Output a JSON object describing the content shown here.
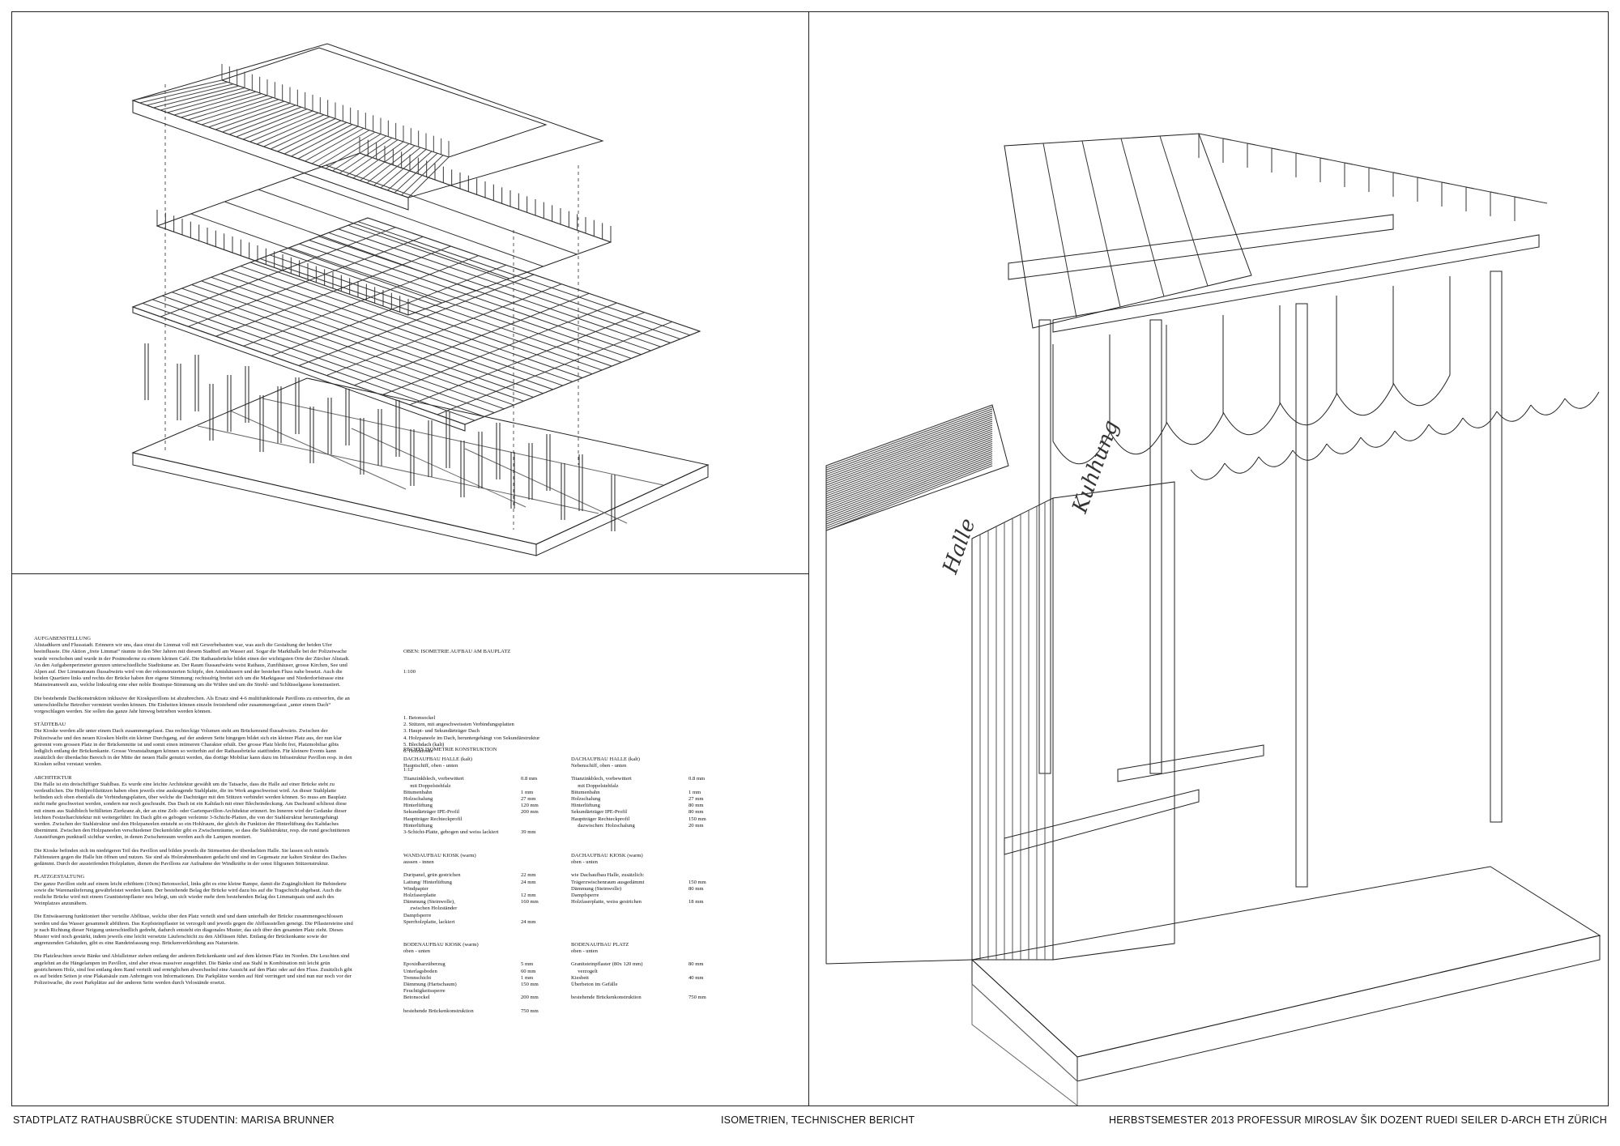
{
  "report": {
    "paragraphs": [
      {
        "head": "AUFGABENSTELLUNG",
        "text": "Altstadtkern und Flussstadt. Erinnern wir uns, dass einst die Limmat voll mit Gewerbebauten war, was auch die Gestaltung der beiden Ufer beeinflusste. Die Aktion „freie Limmat“ räumte in den 50er Jahren mit diesem Stadtteil am Wasser auf. Sogar die Markthalle bei der Polizeiwache wurde verschoben und wurde in der Postmoderne zu einem kleinen Café. Die Rathausbrücke bildet einen der wichtigsten Orte der Zürcher Altstadt. An den Aufgabenperimeter grenzen unterschiedliche Stadträume an. Der Raum flussaufwärts weist Rathaus, Zunfthäuser, grosse Kirchen, See und Alpen auf. Der Limmatraum flussabwärts wird von der rekonstruierten Schipfe, den Amtshäusern und der bestehen Fluss nahe besetzt. Auch die beiden Quartiere links und rechts der Brücke haben ihre eigene Stimmung: rechtsufrig breitet sich um die Marktgasse und Niederdorfstrasse eine Mainstreamwelt aus, welche linksufrig eine eher noble Boutique-Stimmung um die Wühre und um die Strehl- und Schlüsselgasse konstrastiert."
      },
      {
        "head": "",
        "text": "Die bestehende Dachkonstruktion inklusive der Kioskpavillons ist abzubrechen. Als Ersatz sind 4-6 multifunktionale Pavillons zu entwerfen, die an unterschiedliche Betreiber vermietet werden können. Die Einheiten können einzeln freistehend oder zusammengefasst „unter einem Dach“ vorgeschlagen werden. Sie sollen das ganze Jahr hinweg betrieben werden können."
      },
      {
        "head": "STÄDTEBAU",
        "text": "Die Kioske werden alle unter einem Dach zusammengefasst. Das rechteckige Volumen steht am Brückenrand flussabwärts. Zwischen der Polizeiwache und den neuen Kiosken bleibt ein kleiner Durchgang, auf der anderen Seite hingegen bildet sich ein kleiner Platz aus, der nun klar getrennt vom grossen Platz in der Brückenmitte ist und somit einen intimeren Charakter erhält. Der grosse Platz bleibt frei, Platzmobiliar gibts lediglich entlang der Brückenkante. Grosse Veranstaltungen können so weiterhin auf der Rathausbrücke stattfinden. Für kleinere Events kann zusätzlich der überdachte Bereich in der Mitte der neuen Halle genutzt werden, das dortige Mobiliar kann dazu im Infrastruktur Pavillon resp. in den Kiosken selbst verstaut werden."
      },
      {
        "head": "ARCHITEKTUR",
        "text": "Die Halle ist ein dreischiffiger Stahlbau. Es wurde eine leichte Architektur gewählt um die Tatsache, dass die Halle auf einer Brücke steht zu verdeutlichen. Die Hohlprofilstützen haben oben jeweils eine auskragende Stahlplatte, die im Werk angeschweisst wird. An dieser Stahlplatte befinden sich oben ebenfalls die Verbindungsplatten, über welche die Dachträger mit den Stützen verbindet werden können. So muss am Bauplatz nicht mehr geschweisst werden, sondern nur noch geschraubt. Das Dach ist ein Kaltdach mit einer Blecheindeckung. Am Dachrand schliesst diese mit einem aus Stahlblech befüllteten Zierkranz ab, der an eine Zelt- oder Gartenpavillon-Architektur erinnert. Im Inneren wird der Gedanke dieser leichten Festzeltarchitektur mit weitergeführt: Im Dach gibt es gebogen verleimte 3-Schicht-Platten, die von der Stahlstruktur heruntergehängt werden. Zwischen der Stahlstruktur und den Holzpaneelen entsteht so ein Hohlraum, der gleich die Funktion der Hinterlüftung des Kaltdaches übernimmt. Zwischen den Holzpaneelen verschiedener Deckenfelder gibt es Zwischenräume, so dass die Stahlstruktur, resp. die rund geschnittenen Aussteifungen punktuell sichtbar werden, in denen Zwischenraum werden auch die Lampen montiert."
      },
      {
        "head": "",
        "text": "Die Kioske befinden sich im niedrigeren Teil des Pavillon und bilden jeweils die Stirnseiten der überdachten Halle. Sie lassen sich mittels Faltfenstern gegen die Halle hin öffnen und nutzen. Sie sind als Holzrahmenbauten gedacht und sind im Gegensatz zur kalten Struktur des Daches gedämmt. Durch der aussteifenden Holzplatten, dienen die Pavillons zur Aufnahme der Windkräfte in der sonst filigranen Stützenstruktur."
      },
      {
        "head": "PLATZGESTALTUNG",
        "text": "Der ganze Pavillon steht auf einem leicht erhöhtem (10cm) Betonsockel, links gibt es eine kleine Rampe, damit die Zugänglichkeit für Behinderte sowie die Warenanlieferung gewährleistet werden kann. Der bestehende Belag der Brücke wird dazu bis auf die Tragschicht abgebaut. Auch die restliche Brücke wird mit einem Granitsteinpflaster neu belegt, um sich wieder mehr dem bestehenden Belag des Limmatquais und auch des Weinplatzes anzunähern."
      },
      {
        "head": "",
        "text": "Die Entwässerung funktioniert über verteilte Abflüsse, welche über den Platz verteilt sind und dann unterhalb der Brücke zusammengeschlossen werden und das Wasser gesammelt abführen. Das Kopfsteinpflaster ist verzogelt und jeweils gegen die Abflussstellen geneigt. Die Pflastersteine sind je nach Richtung dieser Neigung unterschiedlich gedreht, dadurch entsteht ein diagonales Muster, das sich über den gesamten Platz zieht. Dieses Muster wird noch gestärkt, indem jeweils eine leicht versetzte Läuferschicht zu den Abflüssen führt. Entlang der Brückenkante sowie der angrenzenden Gebäuden, gibt es eine Randeinfassung resp. Brückenverkleidung aus Naturstein."
      },
      {
        "head": "",
        "text": "Die Platzleuchten sowie Bänke und Abfalleimer stehen entlang der anderen Brückenkante und auf dem kleinen Platz im Norden. Die Leuchten sind angelehnt an die Hängelampen im Pavillon, sind aber etwas massiver ausgeführt. Die Bänke sind aus Stahl in Kombination mit leicht grün gestrichenem Holz, sind fest entlang dem Rand verteilt und ermöglichen abwechselnd eine Aussicht auf den Platz oder auf den Fluss. Zusätzlich gibt es auf beiden Seiten je eine Plakatsäule zum Anbringen von Informationen. Die Parkplätze werden auf fünf verringert und sind nun nur noch vor der Polizeiwache, die zwei Parkplätze auf der anderen Seite werden durch Velostände ersetzt."
      }
    ]
  },
  "iso_legend": {
    "title": "OBEN: ISOMETRIE AUFBAU AM BAUPLATZ",
    "scale": "1:100",
    "items": [
      "1. Betonsockel",
      "2. Stützen, mit angeschweissten Verbindungsplatten",
      "3. Haupt- und Sekundärträger Dach",
      "4. Holzpaneele im Dach, heruntergehängt von Sekundärstruktur",
      "5. Blechdach (kalt)",
      "6. Holzkioske"
    ]
  },
  "construction": {
    "title": "RECHTS ISOMETRIE KONSTRUKTION",
    "scale": "1:12",
    "blocks": [
      {
        "title": "DACHAUFBAU HALLE (kalt)",
        "subtitle": "Hauptschiff, oben - unten",
        "rows": [
          [
            "Titanzinkblech, vorbewittert",
            "0.8 mm"
          ],
          [
            "     mit Doppelstehfalz",
            ""
          ],
          [
            "Bitumenbahn",
            "1 mm"
          ],
          [
            "Holzschalung",
            "27 mm"
          ],
          [
            "Hinterlüftung",
            "120 mm"
          ],
          [
            "Sekundärträger IPE-Profil",
            "200 mm"
          ],
          [
            "Hauptträger Rechteckprofil",
            ""
          ],
          [
            "Hinterlüftung",
            ""
          ],
          [
            "3-Schicht-Platte, gebogen und weiss lackiert",
            "39 mm"
          ]
        ]
      },
      {
        "title": "DACHAUFBAU HALLE (kalt)",
        "subtitle": "Nebenschiff, oben - unten",
        "rows": [
          [
            "Titanzinkblech, vorbewittert",
            "0.8 mm"
          ],
          [
            "     mit Doppelstehfalz",
            ""
          ],
          [
            "Bitumenbahn",
            "1 mm"
          ],
          [
            "Holzschalung",
            "27 mm"
          ],
          [
            "Hinterlüftung",
            "80 mm"
          ],
          [
            "Sekundärträger IPE-Profil",
            "80 mm"
          ],
          [
            "Hauptträger Rechteckprofil",
            "150 mm"
          ],
          [
            "     dazwischen: Holzschalung",
            "20 mm"
          ]
        ]
      },
      {
        "title": "WANDAUFBAU KIOSK (warm)",
        "subtitle": "aussen - innen",
        "rows": [
          [
            "Duripanel, grün gestrichen",
            "22 mm"
          ],
          [
            "Lattung/ Hinterlüftung",
            "24 mm"
          ],
          [
            "Windpapier",
            ""
          ],
          [
            "Holzfaserplatte",
            "12 mm"
          ],
          [
            "Dämmung (Steinwolle),",
            "160 mm"
          ],
          [
            "     zwischen Holzständer",
            ""
          ],
          [
            "Dampfsperre",
            ""
          ],
          [
            "Sperrholzplatte, lackiert",
            "24 mm"
          ]
        ]
      },
      {
        "title": "DACHAUFBAU KIOSK (warm)",
        "subtitle": "oben - unten",
        "rows": [
          [
            "wie Dachaufbau Halle, zusätzlich:",
            ""
          ],
          [
            "Trägerzwischenraum ausgedämmt",
            "150 mm"
          ],
          [
            "Dämmung (Steinwolle)",
            "80 mm"
          ],
          [
            "Dampfsperre",
            ""
          ],
          [
            "Holzfaserplatte, weiss gestrichen",
            "18 mm"
          ]
        ]
      },
      {
        "title": "BODENAUFBAU KIOSK (warm)",
        "subtitle": "oben - unten",
        "rows": [
          [
            "Epoxidharzüberzug",
            "5 mm"
          ],
          [
            "Unterlagsboden",
            "60 mm"
          ],
          [
            "Trennschicht",
            "1 mm"
          ],
          [
            "Dämmung (Hartschaum)",
            "150 mm"
          ],
          [
            "Feuchtigkeitssperre",
            ""
          ],
          [
            "Betonsockel",
            "200 mm"
          ],
          [
            "",
            ""
          ],
          [
            "bestehende Brückenkonstruktion",
            "750 mm"
          ]
        ]
      },
      {
        "title": "BODENAUFBAU PLATZ",
        "subtitle": "oben - unten",
        "rows": [
          [
            "Granitsteinpflaster (80x 120 mm)",
            "80 mm"
          ],
          [
            "     verzogelt",
            ""
          ],
          [
            "Kiesbett",
            "40 mm"
          ],
          [
            "Überbeton im Gefälle",
            ""
          ],
          [
            "",
            ""
          ],
          [
            "bestehende Brückenkonstruktion",
            "750 mm"
          ]
        ]
      }
    ]
  },
  "signage": {
    "left": "Halle",
    "right": "Kuhhung"
  },
  "footer": {
    "left": "STADTPLATZ RATHAUSBRÜCKE   STUDENTIN: MARISA BRUNNER",
    "center": "ISOMETRIEN, TECHNISCHER BERICHT",
    "right": "HERBSTSEMESTER 2013   PROFESSUR MIROSLAV ŠIK   DOZENT RUEDI SEILER   D-ARCH   ETH ZÜRICH"
  }
}
